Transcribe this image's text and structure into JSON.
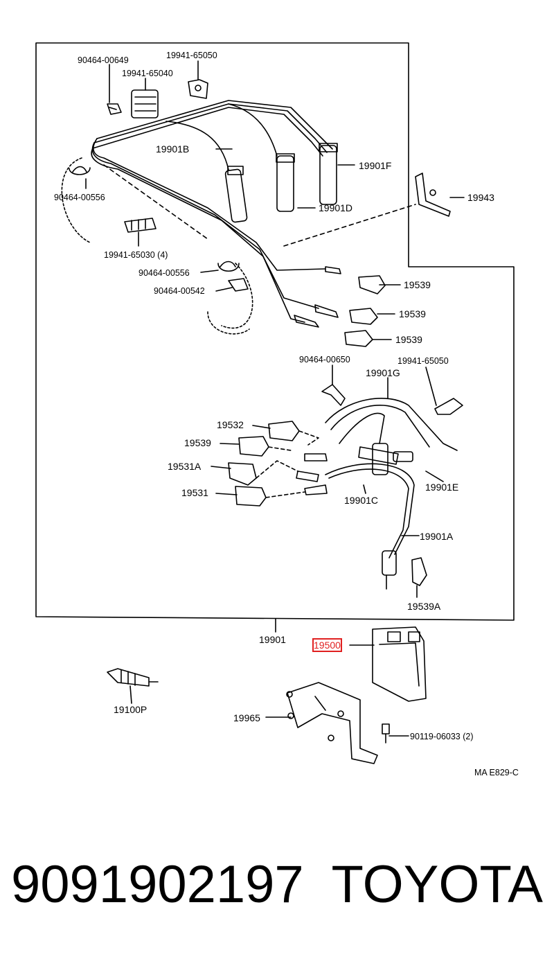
{
  "diagram": {
    "labels": {
      "p90464_00649": "90464-00649",
      "p19941_65050_top": "19941-65050",
      "p19941_65040": "19941-65040",
      "p19901B": "19901B",
      "p19901F": "19901F",
      "p90464_00556_a": "90464-00556",
      "p19901D": "19901D",
      "p19943": "19943",
      "p19941_65030": "19941-65030 (4)",
      "p90464_00556_b": "90464-00556",
      "p90464_00542": "90464-00542",
      "p19539_a": "19539",
      "p19539_b": "19539",
      "p19539_c": "19539",
      "p90464_00650": "90464-00650",
      "p19941_65050_mid": "19941-65050",
      "p19901G": "19901G",
      "p19532": "19532",
      "p19539_d": "19539",
      "p19531A": "19531A",
      "p19531": "19531",
      "p19901E": "19901E",
      "p19901C": "19901C",
      "p19901A": "19901A",
      "p19539A": "19539A",
      "p19901": "19901",
      "p19500": "19500",
      "p19100P": "19100P",
      "p19965": "19965",
      "p90119_06033": "90119-06033 (2)",
      "ref_code": "MA  E829-C"
    },
    "highlighted_part": "19500",
    "highlight_color": "#e02020"
  },
  "footer": {
    "part_number": "9091902197",
    "brand": "TOYOTA"
  }
}
